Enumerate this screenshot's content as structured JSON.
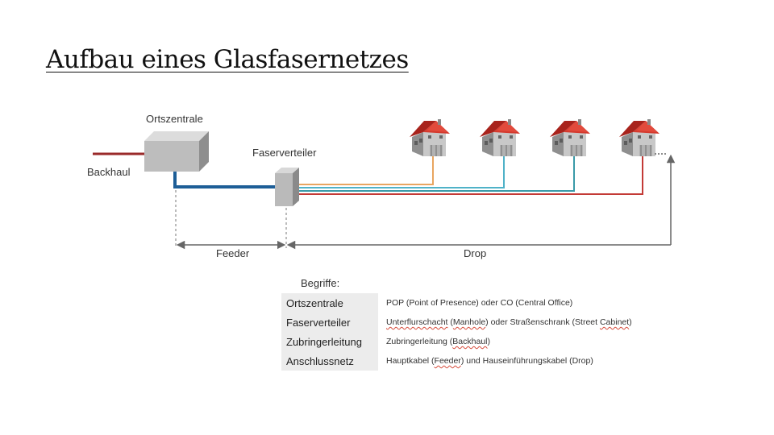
{
  "slide": {
    "title": "Aufbau eines Glasfasernetzes"
  },
  "diagram": {
    "labels": {
      "ortszentrale": "Ortszentrale",
      "faserverteiler": "Faserverteiler",
      "backhaul": "Backhaul",
      "feeder": "Feeder",
      "drop": "Drop"
    },
    "colors": {
      "backhaul_line": "#9a2a2a",
      "feeder_line": "#1d5e97",
      "drop_orange": "#e8a560",
      "drop_cyan": "#4fb2c8",
      "drop_teal": "#3a9aa8",
      "drop_red": "#c33a36",
      "roof": "#d43a2e",
      "arrow": "#666666"
    },
    "houses": [
      "house-1",
      "house-2",
      "house-3",
      "house-4"
    ]
  },
  "terms": {
    "heading": "Begriffe:",
    "rows": [
      {
        "term": "Ortszentrale",
        "definition": [
          "POP (Point of Presence) oder CO (Central Office)"
        ]
      },
      {
        "term": "Faserverteiler",
        "definition": [
          [
            "Unterflurschacht",
            true
          ],
          " (",
          [
            "Manhole",
            true
          ],
          ") oder Straßenschrank (Street ",
          [
            "Cabinet",
            true
          ],
          ")"
        ]
      },
      {
        "term": "Zubringerleitung",
        "definition": [
          "Zubringerleitung (",
          [
            "Backhaul",
            true
          ],
          ")"
        ]
      },
      {
        "term": "Anschlussnetz",
        "definition": [
          "Hauptkabel (",
          [
            "Feeder",
            true
          ],
          ") und Hauseinführungskabel (Drop)"
        ]
      }
    ]
  }
}
